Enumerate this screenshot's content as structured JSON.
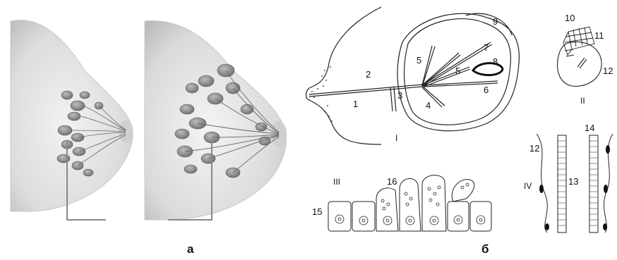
{
  "panel_a": {
    "letter": "а"
  },
  "panel_b": {
    "letter": "б",
    "roman": [
      "I",
      "II",
      "III",
      "IV"
    ],
    "numbers": [
      "1",
      "2",
      "3",
      "4",
      "5",
      "5",
      "6",
      "7",
      "8",
      "9",
      "10",
      "11",
      "12",
      "12",
      "13",
      "14",
      "15",
      "16"
    ]
  }
}
